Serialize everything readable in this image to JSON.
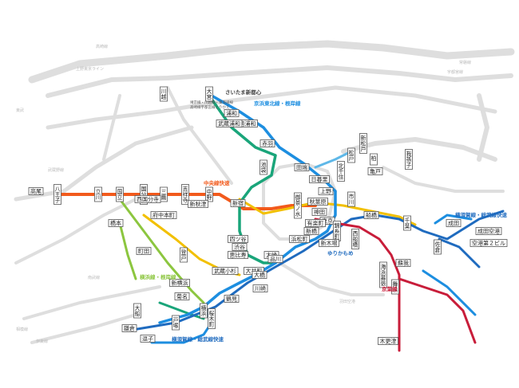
{
  "map": {
    "colors": {
      "background_lines": "#dcdcdc",
      "chuo_rapid": "#f25a1c",
      "chuo_sobu_yellow": "#f2c000",
      "saikyo_green": "#1aa57a",
      "yokohama_negishi_blue": "#1d8ee0",
      "yokosuka_sobu_navy": "#1f6bbf",
      "keiyo_red": "#c81d3a",
      "yamanote_gray": "#c8c8c8",
      "nambu_lime": "#8cc63f",
      "jobanline_lightblue": "#5fb8e8"
    },
    "line_labels": {
      "chuo_rapid": "中央線快速",
      "keihin_tohoku": "京浜東北線・根岸線",
      "yokohama_line": "横浜線・根岸線",
      "keiyo": "京葉線",
      "yokosuka_sobu_south": "横須賀線・総武線快速",
      "yokosuka_sobu_east": "横須賀線・総武線快速",
      "yurikamome": "ゆりかもめ",
      "saikyo_note": "埼京線・川越線・東海道線\n高崎線宇都宮線とりかえ",
      "saitama_shintoshin": "さいたま新都心"
    },
    "stations": {
      "omiya": "大宮",
      "kawagoe": "川越",
      "urawa": "浦和",
      "minami_urawa": "南浦和",
      "musashi_urawa": "武蔵浦和",
      "akabane": "赤羽",
      "ikebukuro": "池袋",
      "tabata": "田端",
      "nippori": "日暮里",
      "ueno": "上野",
      "akihabara": "秋葉原",
      "kanda": "神田",
      "tokyo": "東京",
      "ochanomizu": "御茶ノ水",
      "shinjuku": "新宿",
      "yotsuya": "四ツ谷",
      "shibuya": "渋谷",
      "ebisu": "恵比寿",
      "osaki": "大崎",
      "shinagawa": "品川",
      "hamamatsucho": "浜松町",
      "shinbashi": "新橋",
      "oimachi": "大井町",
      "kawasaki": "川崎",
      "musashi_kosugi": "武蔵小杉",
      "tsurumi": "鶴見",
      "yokohama": "横浜",
      "shin_yokohama": "新横浜",
      "kikuna": "菊名",
      "sakuragicho": "桜木町",
      "ofuna": "大船",
      "kamakura": "鎌倉",
      "zushi": "逗子",
      "totsuka": "戸塚",
      "hachioji": "八王子",
      "takao": "高尾",
      "tachikawa": "立川",
      "kunitachi": "国立",
      "kokubunji": "国分寺",
      "mitaka": "三鷹",
      "kichijoji": "吉祥寺",
      "nakano": "中野",
      "fuchu_hommachi": "府中本町",
      "hashimoto": "橋本",
      "machida": "町田",
      "noborito": "登戸",
      "kinshicho": "錦糸町",
      "funabashi": "船橋",
      "nishi_funabashi": "西船橋",
      "ichikawa": "市川",
      "chiba": "千葉",
      "soga": "蘇我",
      "kaihin_makuhari": "海浜幕張",
      "matsudo": "松戸",
      "kashiwa": "柏",
      "abiko": "我孫子",
      "narita": "成田",
      "sakura": "佐倉",
      "shin_kiba": "新木場",
      "maihama": "舞浜",
      "kisarazu": "木更津",
      "kitasenju": "北千住",
      "kinshicho2": "亀戸",
      "narita_airport": "成田空港",
      "airport_t2": "空港第２ビル",
      "shin_matsudo": "新松戸",
      "musashino": "西国分寺",
      "shin_akitsu": "新秋津",
      "shinjuku_note": "新宿",
      "hamamatsu": "有楽町",
      "ohashi": "大橋"
    },
    "ghost_labels": {
      "ueno_tokyo_line": "上野東京ライン",
      "takasaki": "高崎線",
      "utsunomiya": "宇都宮線",
      "joban": "常磐線",
      "tobu": "東武",
      "haneda": "羽田空港",
      "musashino_line": "武蔵野線",
      "nambu": "南武線",
      "sagami": "相模線",
      "ito": "伊東線"
    }
  }
}
